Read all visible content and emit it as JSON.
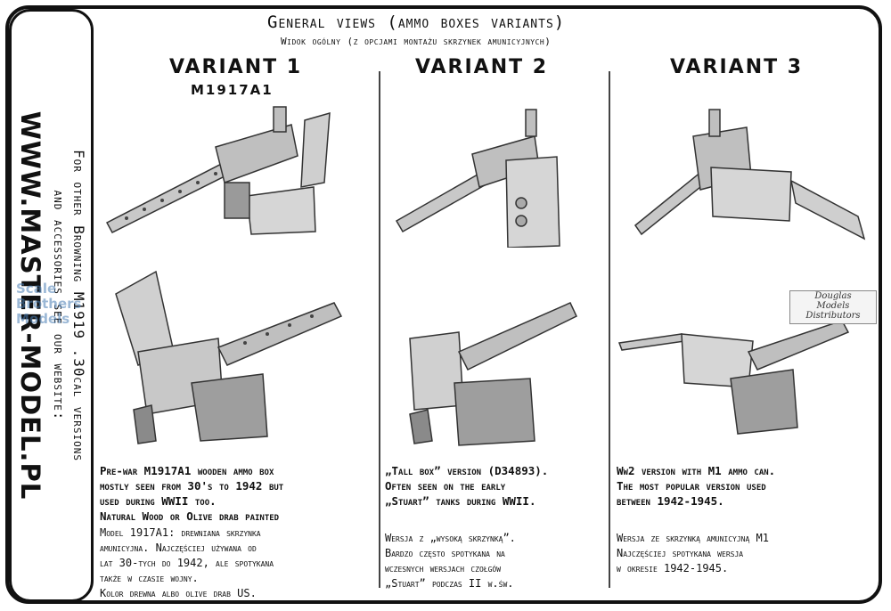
{
  "sidebar": {
    "line1": "For other Browning M1919 .30cal versions",
    "line2": "and accessories see our website:",
    "url": "WWW.MASTER-MODEL.PL"
  },
  "header": {
    "title": "General views (ammo boxes variants)",
    "subtitle": "Widok ogólny (z opcjami montażu skrzynek amunicyjnych)"
  },
  "variants": [
    {
      "label": "VARIANT 1",
      "model": "M1917A1",
      "en": "Pre-war M1917A1 wooden ammo box\nmostly seen from 30's to 1942 but\nused during WWII too.\nNatural Wood or Olive drab painted",
      "pl": "Model 1917A1: drewniana skrzynka\namunicyjna. Najczęściej używana od\nlat 30-tych do 1942, ale spotykana\ntakże w czasie wojny.\nKolor drewna albo olive drab US."
    },
    {
      "label": "VARIANT 2",
      "en": "„Tall box” version (D34893).\nOften seen on the early\n„Stuart” tanks during WWII.",
      "pl": "Wersja z „wysoką skrzynką”.\nBardzo często spotykana na\nwczesnych wersjach czołgów\n„Stuart” podczas II w.św."
    },
    {
      "label": "VARIANT 3",
      "en": "Ww2 version with M1 ammo can.\nThe most popular version used\nbetween 1942-1945.",
      "pl": "Wersja ze skrzynką amunicyjną M1\nNajczęściej spotykana wersja\nw okresie 1942-1945."
    }
  ],
  "watermarks": {
    "left": [
      "Scale",
      "Brothers",
      "Models"
    ],
    "right": [
      "Douglas",
      "Models",
      "Distributors"
    ]
  }
}
